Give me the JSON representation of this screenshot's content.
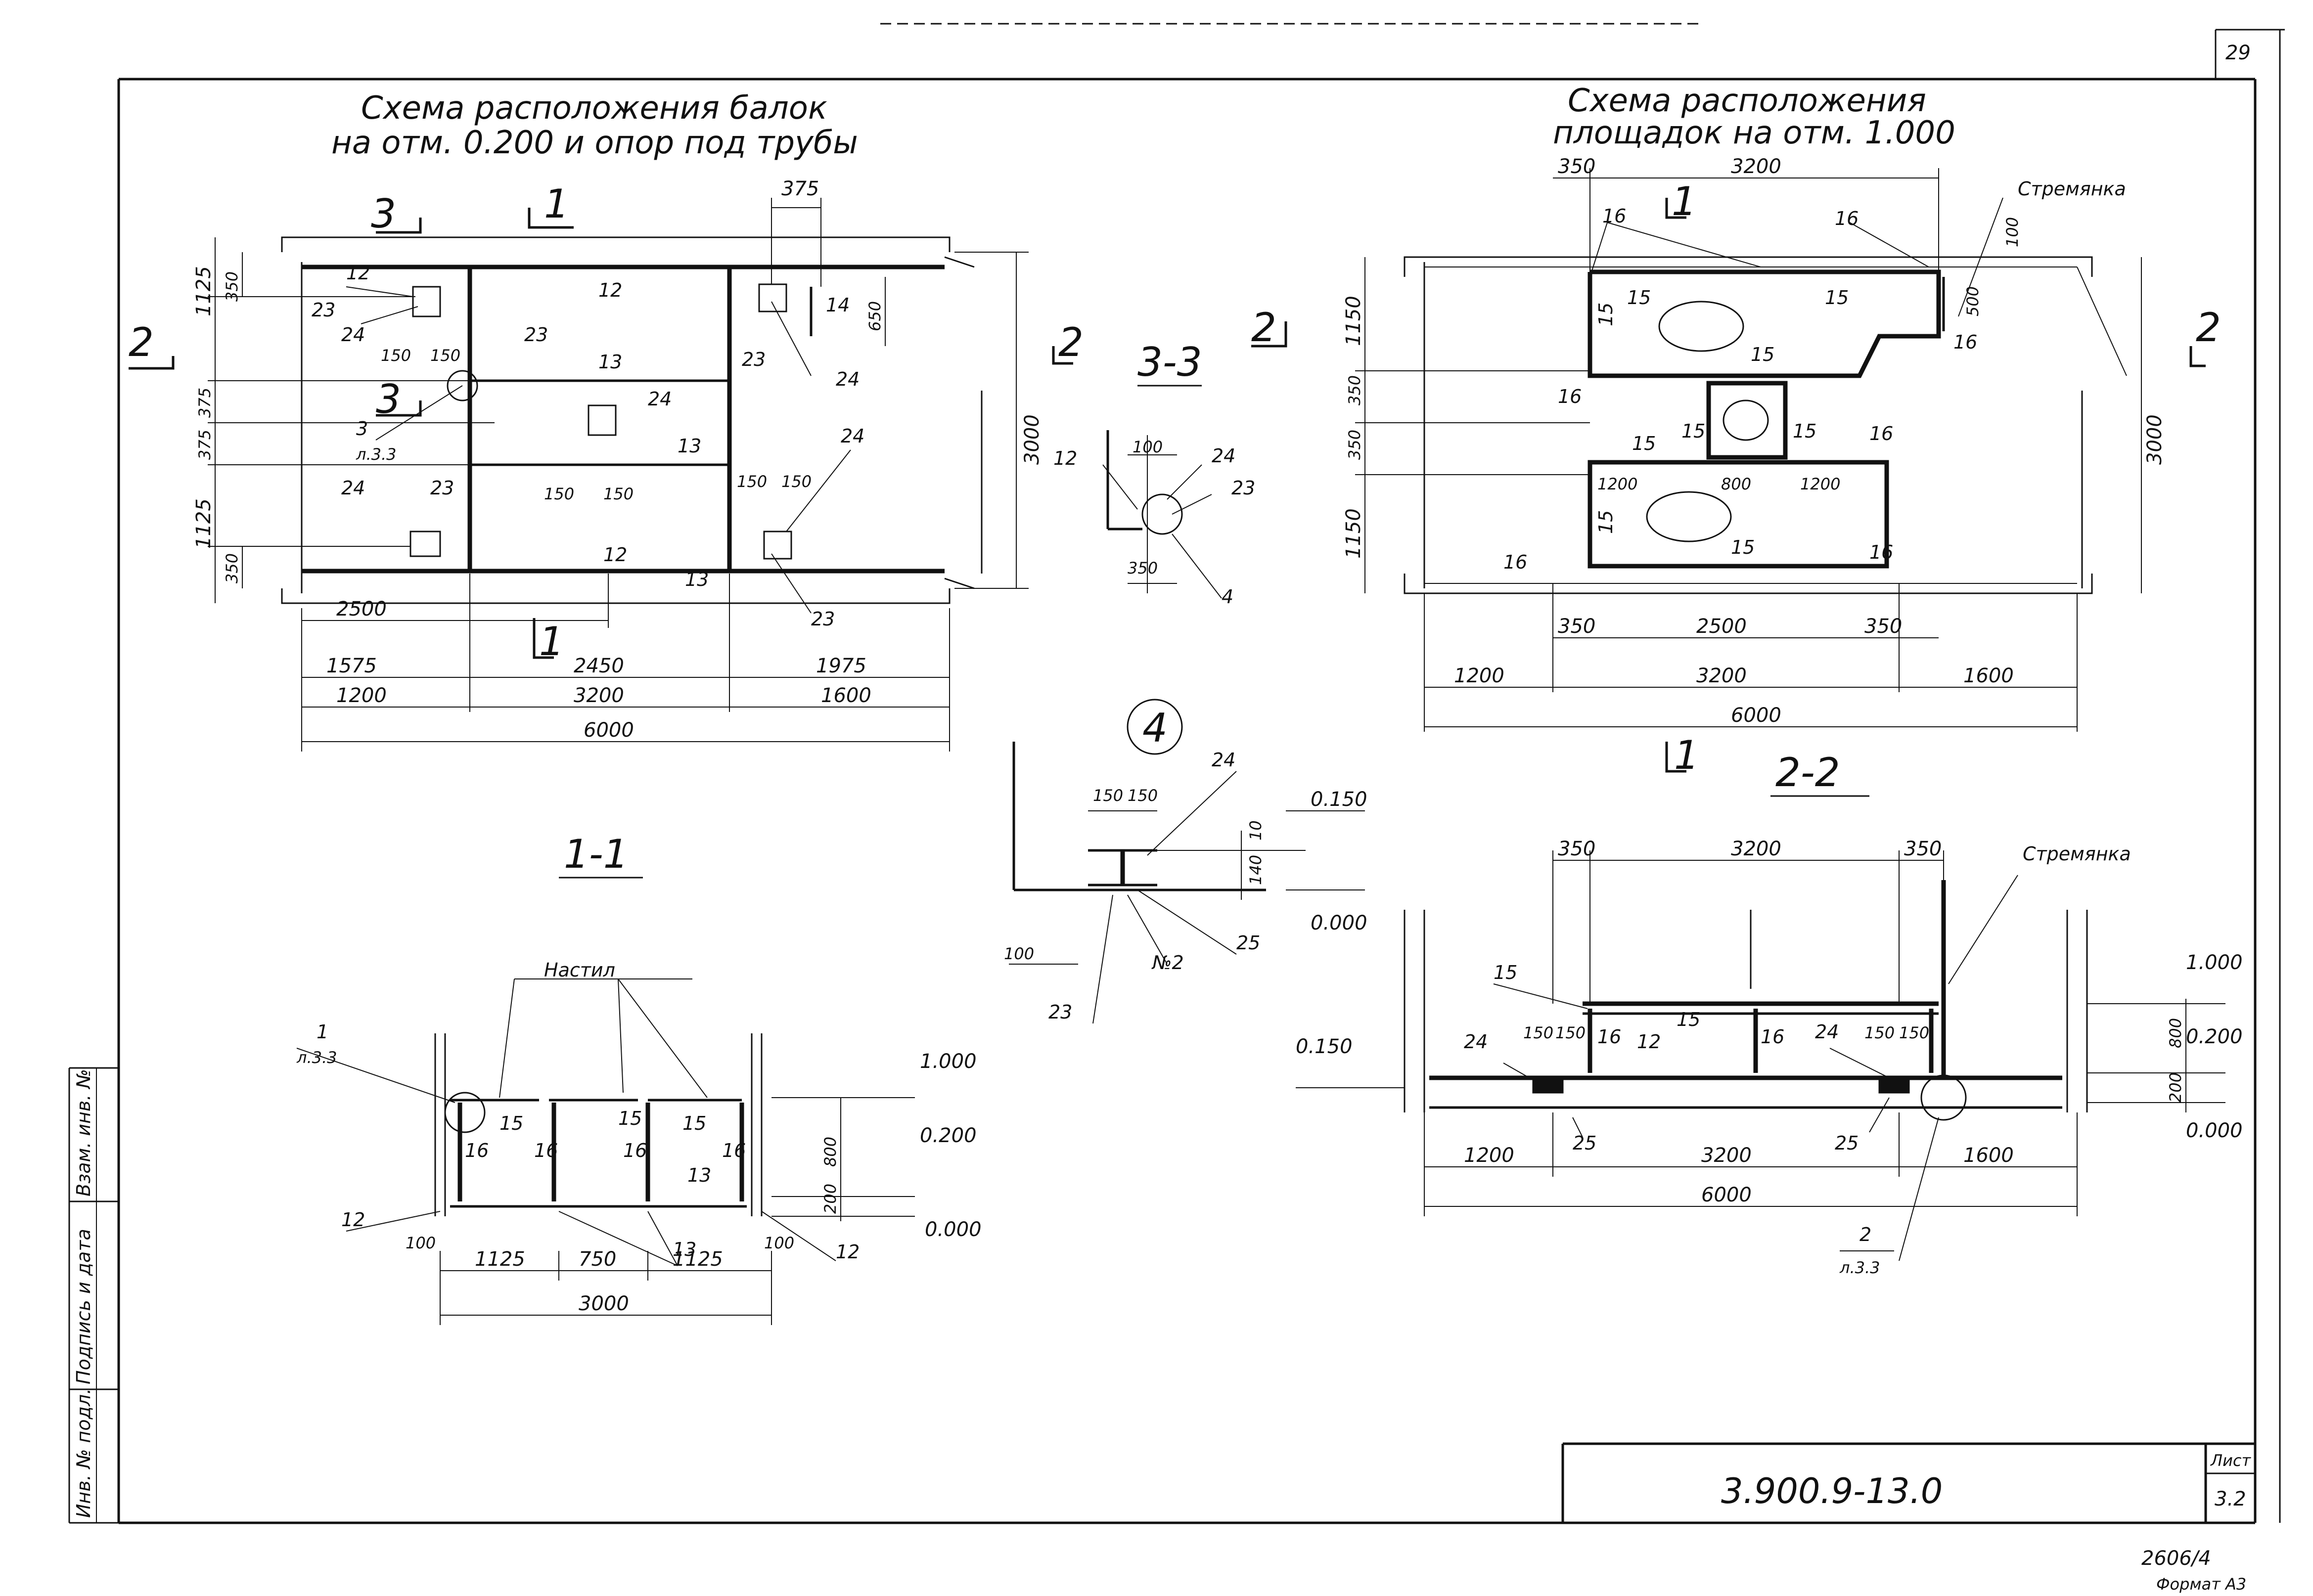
{
  "sheet": {
    "number": "29",
    "code": "3.900.9-13.0",
    "list_label": "Лист",
    "list_value": "3.2",
    "bottom_note": "2606/4",
    "bottom_note2": "Формат А3"
  },
  "stamp": {
    "col1": "Инв. № подл.",
    "col2": "Подпись и дата",
    "col3": "Взам. инв. №"
  },
  "plan_beams": {
    "title_line1": "Схема расположения балок",
    "title_line2": "на отм. 0.200 и опор под трубы",
    "cut_1": "1",
    "cut_2": "2",
    "cut_3": "3",
    "dims_bottom1": [
      "1575",
      "2450",
      "1975"
    ],
    "dims_bottom2": [
      "1200",
      "3200",
      "1600"
    ],
    "dim_total": "6000",
    "dim_2500": "2500",
    "dim_3000": "3000",
    "dim_375": "375",
    "dim_650": "650",
    "dims_left": [
      "1125",
      "375",
      "375",
      "1125"
    ],
    "dim_350": "350",
    "dim_150": "150",
    "marks": [
      "12",
      "13",
      "14",
      "23",
      "24"
    ],
    "ref_3": "3",
    "ref_sheet": "л.3.3"
  },
  "plan_platforms": {
    "title_line1": "Схема расположения",
    "title_line2": "площадок на отм. 1.000",
    "stair_label": "Стремянка",
    "dims_top": [
      "350",
      "3200"
    ],
    "dims_bottom1": [
      "350",
      "2500",
      "350"
    ],
    "dims_bottom2": [
      "1200",
      "3200",
      "1600"
    ],
    "dim_total": "6000",
    "dim_3000": "3000",
    "dims_left": [
      "1150",
      "350",
      "350",
      "1150"
    ],
    "inner_dims": [
      "1200",
      "800",
      "1200"
    ],
    "dim_100": "100",
    "dim_500": "500",
    "marks": [
      "15",
      "16"
    ]
  },
  "section_33": {
    "title": "3-3",
    "dim_100": "100",
    "dim_350": "350",
    "marks": [
      "12",
      "24",
      "23",
      "4"
    ]
  },
  "node_4": {
    "title": "4",
    "dims": [
      "150",
      "150",
      "10",
      "140",
      "100"
    ],
    "levels": [
      "0.150",
      "0.000"
    ],
    "marks": [
      "24",
      "25",
      "23",
      "№2"
    ]
  },
  "section_11": {
    "title": "1-1",
    "deck_label": "Настил",
    "ref_1": "1",
    "ref_sheet": "л.3.3",
    "dims": [
      "100",
      "1125",
      "750",
      "1125",
      "100"
    ],
    "dim_total": "3000",
    "dim_800": "800",
    "dim_200": "200",
    "levels": [
      "1.000",
      "0.200",
      "0.000"
    ],
    "marks": [
      "12",
      "13",
      "15",
      "16"
    ]
  },
  "section_22": {
    "title": "2-2",
    "stair_label": "Стремянка",
    "dims_top": [
      "350",
      "3200",
      "350"
    ],
    "dims_bottom": [
      "1200",
      "3200",
      "1600"
    ],
    "dim_total": "6000",
    "dim_800": "800",
    "dim_200": "200",
    "dim_150": "150",
    "levels": [
      "1.000",
      "0.200",
      "0.000",
      "0.150"
    ],
    "marks": [
      "15",
      "16",
      "12",
      "24",
      "25"
    ],
    "ref_2": "2",
    "ref_sheet": "л.3.3",
    "cut_1": "1"
  }
}
